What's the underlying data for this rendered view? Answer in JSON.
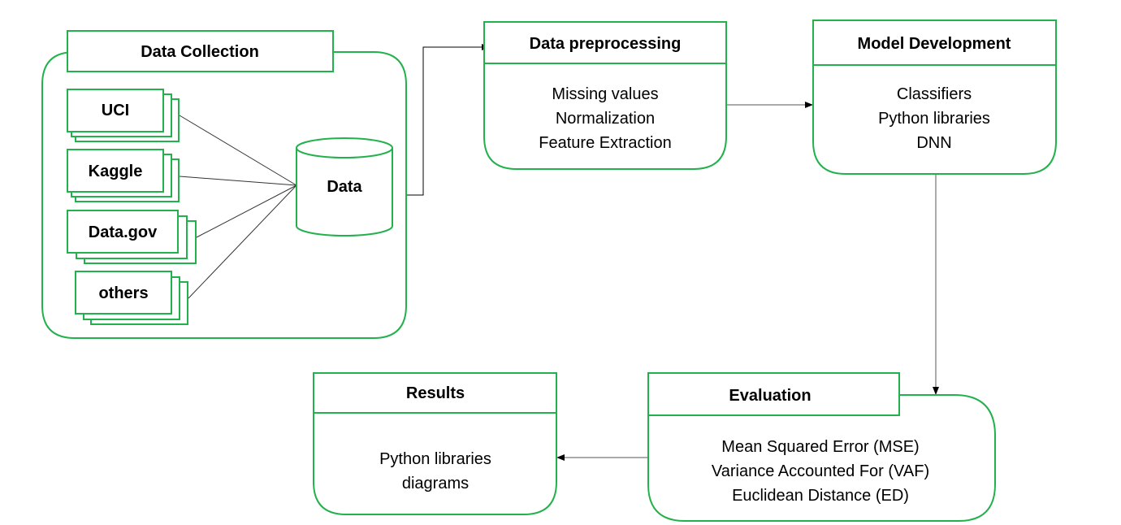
{
  "colors": {
    "accent_green": "#22b14c",
    "connector": "#000000",
    "background": "#ffffff"
  },
  "data_collection": {
    "title": "Data Collection",
    "sources": [
      "UCI",
      "Kaggle",
      "Data.gov",
      "others"
    ],
    "store": "Data"
  },
  "preprocessing": {
    "title": "Data preprocessing",
    "items": [
      "Missing values",
      "Normalization",
      "Feature Extraction"
    ]
  },
  "model_development": {
    "title": "Model Development",
    "items": [
      "Classifiers",
      "Python libraries",
      "DNN"
    ]
  },
  "evaluation": {
    "title": "Evaluation",
    "items": [
      "Mean Squared Error (MSE)",
      "Variance Accounted For (VAF)",
      "Euclidean Distance (ED)"
    ]
  },
  "results": {
    "title": "Results",
    "items": [
      "Python libraries",
      "diagrams"
    ]
  }
}
